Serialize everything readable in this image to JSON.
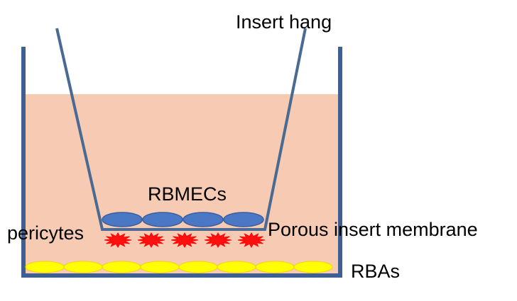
{
  "labels": {
    "insert_hang": "Insert hang",
    "rbmecs": "RBMECs",
    "pericytes": "pericytes",
    "porous_membrane": "Porous insert membrane",
    "rbas": "RBAs"
  },
  "counts": {
    "rbmec_cells": 4,
    "pericyte_cells": 5,
    "rba_cells": 8
  },
  "colors": {
    "medium": "#f7cbb3",
    "vessel": "#3f5f91",
    "insert": "#4b6a93",
    "rbmec_fill": "#4b78c4",
    "rbmec_stroke": "#3a5f9f",
    "pericyte_fill": "#ff1010",
    "pericyte_stroke": "#ff0000",
    "rba_fill": "#ffff00",
    "rba_stroke": "#f0d800"
  }
}
